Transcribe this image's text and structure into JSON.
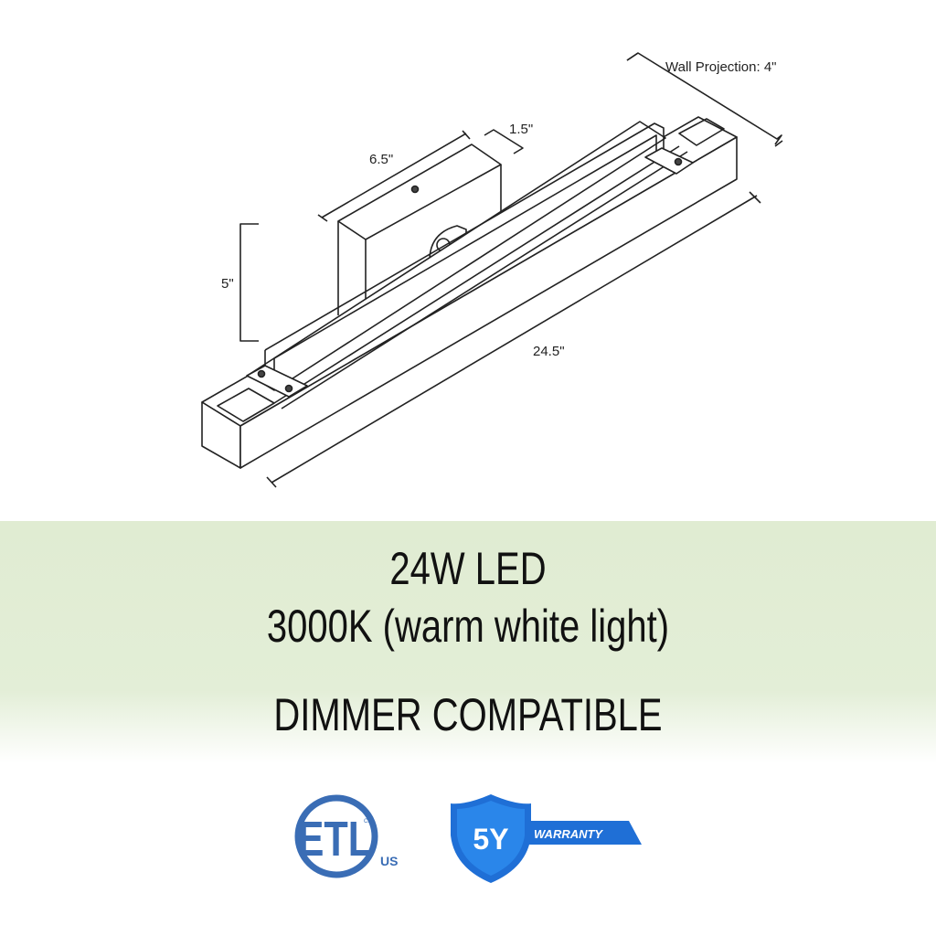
{
  "dimensions": {
    "wall_projection": "Wall Projection: 4\"",
    "depth": "1.5\"",
    "canopy_width": "6.5\"",
    "height": "5\"",
    "length": "24.5\""
  },
  "specs": {
    "wattage": "24W LED",
    "color_temp": "3000K (warm white light)",
    "dimmer": "DIMMER COMPATIBLE"
  },
  "badges": {
    "etl": {
      "mark": "ETL",
      "cm": "CM",
      "us": "US",
      "icon": "etl-listed-logo"
    },
    "warranty": {
      "years": "5Y",
      "label": "WARRANTY",
      "icon": "shield-icon"
    }
  },
  "colors": {
    "band": "#e0ecd2",
    "etl_blue": "#3a6db5",
    "warranty_blue": "#1f6fd6",
    "line": "#222222"
  }
}
